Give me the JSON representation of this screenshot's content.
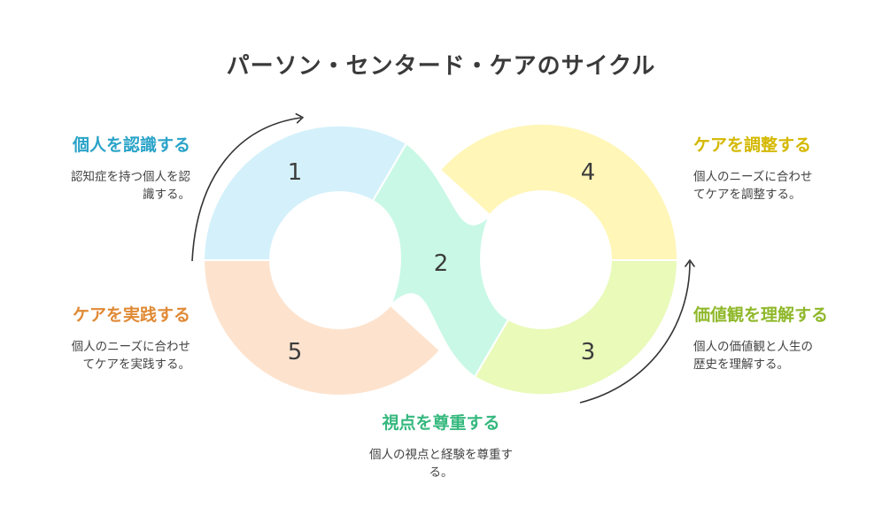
{
  "title": "パーソン・センタード・ケアのサイクル",
  "colors": {
    "title": "#3a3a3a",
    "seg1": "#d4f1fb",
    "seg2": "#c9f8e6",
    "seg3": "#e9fab9",
    "seg4": "#fff6b8",
    "seg5": "#fde3ce",
    "heading1": "#2aa3c8",
    "heading2": "#35b87e",
    "heading3": "#8fb82a",
    "heading4": "#d4b800",
    "heading5": "#e08a35"
  },
  "steps": [
    {
      "number": "1",
      "heading": "個人を認識する",
      "desc": "認知症を持つ個人を認\n識する。"
    },
    {
      "number": "2",
      "heading": "視点を尊重する",
      "desc": "個人の視点と経験を尊重す\nる。"
    },
    {
      "number": "3",
      "heading": "価値観を理解する",
      "desc": "個人の価値観と人生の\n歴史を理解する。"
    },
    {
      "number": "4",
      "heading": "ケアを調整する",
      "desc": "個人のニーズに合わせ\nてケアを調整する。"
    },
    {
      "number": "5",
      "heading": "ケアを実践する",
      "desc": "個人のニーズに合わせ\nてケアを実践する。"
    }
  ]
}
